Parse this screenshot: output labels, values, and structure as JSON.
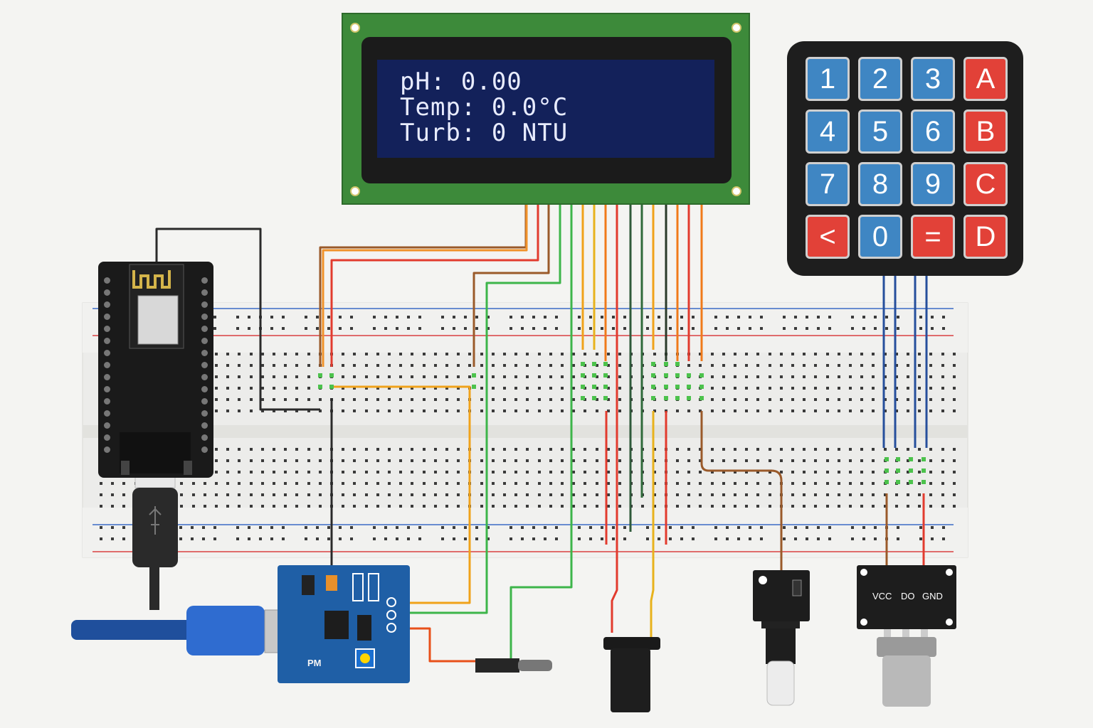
{
  "lcd": {
    "line1": "pH: 0.00",
    "line2": "Temp: 0.0°C",
    "line3": "Turb: 0 NTU"
  },
  "keypad": {
    "rows": [
      [
        "1",
        "2",
        "3",
        "A"
      ],
      [
        "4",
        "5",
        "6",
        "B"
      ],
      [
        "7",
        "8",
        "9",
        "C"
      ],
      [
        "<",
        "0",
        "=",
        "D"
      ]
    ]
  },
  "ph_module": {
    "label": "PM"
  },
  "turbidity_module": {
    "pins": [
      "VCC",
      "DO",
      "GND"
    ]
  },
  "colors": {
    "lcd_board": "#3d8a3a",
    "lcd_screen": "#13215a",
    "key_blue": "#3f86c3",
    "key_red": "#e24138",
    "wire_red": "#e23b2e",
    "wire_orange": "#f0922a",
    "wire_yellow": "#e8b21c",
    "wire_green": "#3db54a",
    "wire_brown": "#9a5a2a",
    "wire_black": "#2a2a2a",
    "wire_blue": "#264f9c"
  }
}
